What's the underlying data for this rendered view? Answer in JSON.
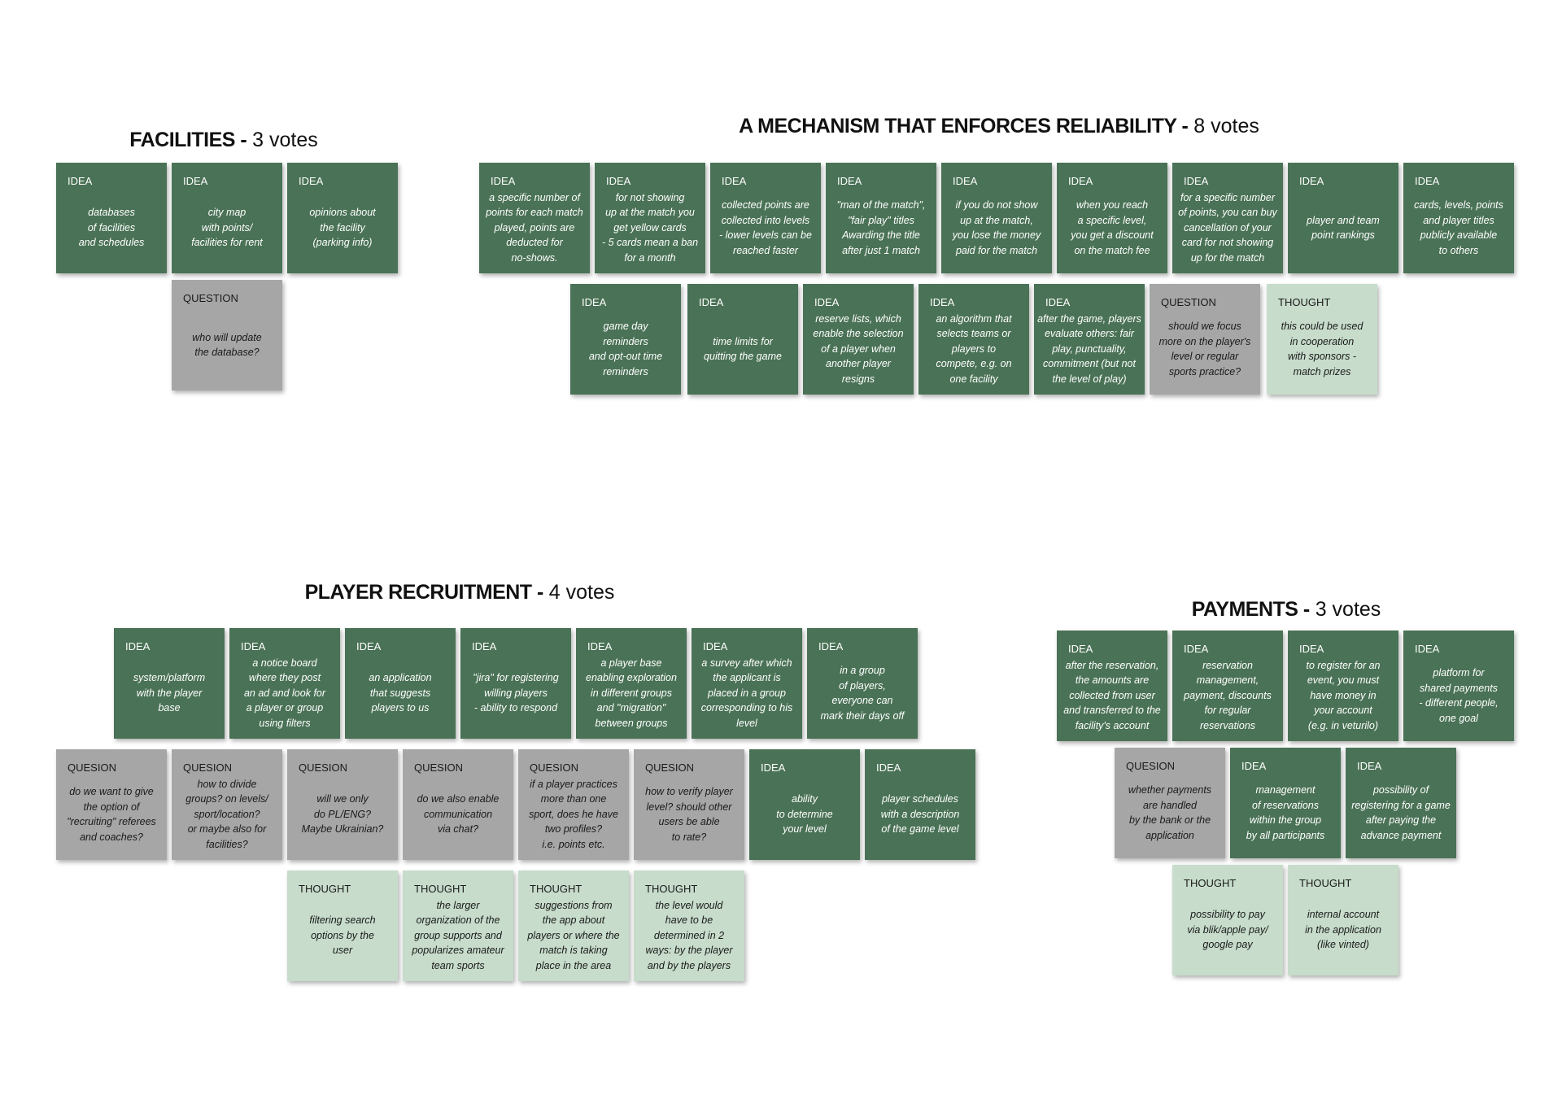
{
  "clusters": [
    {
      "name": "FACILITIES -",
      "votes": "3 votes",
      "notes": [
        {
          "type": "IDEA",
          "text": "databases\nof facilities\nand schedules"
        },
        {
          "type": "IDEA",
          "text": "city map\nwith points/\nfacilities for rent"
        },
        {
          "type": "IDEA",
          "text": "opinions about\nthe facility\n(parking info)"
        },
        {
          "type": "QUESTION",
          "text": "who will update\nthe database?"
        }
      ]
    },
    {
      "name": "A MECHANISM THAT ENFORCES RELIABILITY -",
      "votes": "8 votes",
      "notes": [
        {
          "type": "IDEA",
          "text": "a specific number of\npoints for each match\nplayed, points are\ndeducted for\nno-shows."
        },
        {
          "type": "IDEA",
          "text": "for not showing\nup at the match you\nget yellow cards\n- 5 cards mean a ban\nfor a month"
        },
        {
          "type": "IDEA",
          "text": "collected points are\ncollected into levels\n- lower levels can be\nreached faster"
        },
        {
          "type": "IDEA",
          "text": "\"man of the match\",\n\"fair play\" titles\nAwarding the title\nafter just 1 match"
        },
        {
          "type": "IDEA",
          "text": "if you do not show\nup at the match,\nyou lose the money\npaid for the match"
        },
        {
          "type": "IDEA",
          "text": "when you reach\na specific level,\nyou get a discount\non the match fee"
        },
        {
          "type": "IDEA",
          "text": "for a specific number\nof points, you can buy\ncancellation of your\ncard for not showing\nup for the match"
        },
        {
          "type": "IDEA",
          "text": "player and team\npoint rankings"
        },
        {
          "type": "IDEA",
          "text": "cards, levels, points\nand player titles\npublicly available\nto others"
        },
        {
          "type": "IDEA",
          "text": "game day\nreminders\nand opt-out time\nreminders"
        },
        {
          "type": "IDEA",
          "text": "time limits for\nquitting the game"
        },
        {
          "type": "IDEA",
          "text": "reserve lists, which\nenable the selection\nof a player when\nanother player\nresigns"
        },
        {
          "type": "IDEA",
          "text": "an algorithm that\nselects teams or\nplayers to\ncompete, e.g. on\none facility"
        },
        {
          "type": "IDEA",
          "text": "after the game, players\nevaluate others: fair\nplay, punctuality,\ncommitment (but not\nthe level of play)"
        },
        {
          "type": "QUESTION",
          "text": "should we focus\nmore on the player's\nlevel or regular\nsports practice?"
        },
        {
          "type": "THOUGHT",
          "text": "this could be used\nin cooperation\nwith sponsors -\nmatch prizes"
        }
      ]
    },
    {
      "name": "PLAYER RECRUITMENT -",
      "votes": "4 votes",
      "notes": [
        {
          "type": "IDEA",
          "text": "system/platform\nwith the player\nbase"
        },
        {
          "type": "IDEA",
          "text": "a notice board\nwhere they post\nan ad and look for\na player or group\nusing filters"
        },
        {
          "type": "IDEA",
          "text": "an application\nthat suggests\nplayers to us"
        },
        {
          "type": "IDEA",
          "text": "\"jira\" for registering\nwilling players\n- ability to respond"
        },
        {
          "type": "IDEA",
          "text": "a player base\nenabling exploration\nin different groups\nand \"migration\"\nbetween groups"
        },
        {
          "type": "IDEA",
          "text": "a survey after which\nthe applicant is\nplaced in a group\ncorresponding to his\nlevel"
        },
        {
          "type": "IDEA",
          "text": "in a group\nof players,\neveryone can\nmark their days off"
        },
        {
          "type": "QUESION",
          "text": "do we want to give\nthe option of\n\"recruiting\" referees\nand coaches?"
        },
        {
          "type": "QUESION",
          "text": "how to divide\ngroups? on levels/\nsport/location?\nor maybe also for\nfacilities?"
        },
        {
          "type": "QUESION",
          "text": "will we only\ndo PL/ENG?\nMaybe Ukrainian?"
        },
        {
          "type": "QUESION",
          "text": "do we also enable\ncommunication\nvia chat?"
        },
        {
          "type": "QUESION",
          "text": "if a player practices\nmore than one\nsport, does he have\ntwo profiles?\ni.e. points etc."
        },
        {
          "type": "QUESION",
          "text": "how to verify player\nlevel? should other\nusers be able\nto rate?"
        },
        {
          "type": "IDEA",
          "text": "ability\nto determine\nyour level"
        },
        {
          "type": "IDEA",
          "text": "player schedules\nwith a description\nof the game level"
        },
        {
          "type": "THOUGHT",
          "text": "filtering search\noptions by the\nuser"
        },
        {
          "type": "THOUGHT",
          "text": "the larger\norganization of the\ngroup supports and\npopularizes amateur\nteam sports"
        },
        {
          "type": "THOUGHT",
          "text": "suggestions from\nthe app about\nplayers or where the\nmatch is taking\nplace in the area"
        },
        {
          "type": "THOUGHT",
          "text": "the level would\nhave to be\ndetermined in 2\nways: by the player\nand by the players"
        }
      ]
    },
    {
      "name": "PAYMENTS -",
      "votes": "3 votes",
      "notes": [
        {
          "type": "IDEA",
          "text": "after the reservation,\nthe amounts are\ncollected from user\nand transferred to the\nfacility's account"
        },
        {
          "type": "IDEA",
          "text": "reservation\nmanagement,\npayment, discounts\nfor regular\nreservations"
        },
        {
          "type": "IDEA",
          "text": "to register for an\nevent, you must\nhave money in\nyour account\n(e.g. in veturilo)"
        },
        {
          "type": "IDEA",
          "text": "platform for\nshared payments\n- different people,\none goal"
        },
        {
          "type": "QUESION",
          "text": "whether payments\nare handled\nby the bank or the\napplication"
        },
        {
          "type": "IDEA",
          "text": "management\nof reservations\nwithin the group\nby all participants"
        },
        {
          "type": "IDEA",
          "text": "possibility of\nregistering for a game\nafter paying the\nadvance payment"
        },
        {
          "type": "THOUGHT",
          "text": "possibility to pay\nvia blik/apple pay/\ngoogle pay"
        },
        {
          "type": "THOUGHT",
          "text": "internal account\nin the application\n(like vinted)"
        }
      ]
    }
  ]
}
